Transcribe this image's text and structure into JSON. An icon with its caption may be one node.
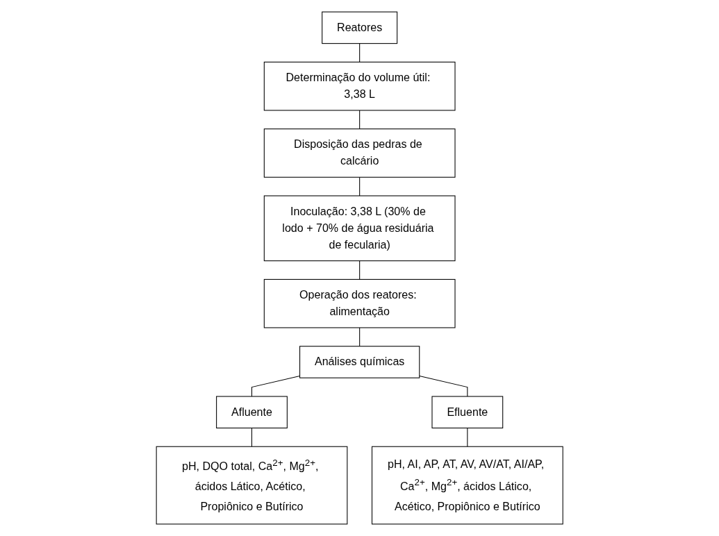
{
  "diagram": {
    "nodes": [
      {
        "text": [
          "Reatores"
        ]
      },
      {
        "text": [
          "Determinação do volume útil: 3,38 L"
        ]
      },
      {
        "text": [
          "Disposição das pedras de calcário"
        ]
      },
      {
        "text": [
          "Inoculação: 3,38 L (30% de lodo + 70% de água residuária de fecularia)"
        ]
      },
      {
        "text": [
          "Operação dos reatores: alimentação"
        ]
      },
      {
        "text": [
          "Análises químicas"
        ]
      },
      {
        "text": [
          "Afluente"
        ]
      },
      {
        "text": [
          "Efluente"
        ]
      },
      {
        "text": [
          "pH, DQO total, Ca$^{2+}$, Mg$^{2+}$, ácidos Lático, Acético, Propiônico e Butírico"
        ]
      },
      {
        "text": [
          "pH, AI, AP, AT, AV, AV/AT, AI/AP, Ca$^{2+}$, Mg$^{2+}$, ácidos Lático, Acético, Propiônico e Butírico"
        ]
      }
    ],
    "edges": [
      {
        "from": 0,
        "to": 1,
        "arrow": "none"
      },
      {
        "from": 1,
        "to": 2,
        "arrow": "none"
      },
      {
        "from": 2,
        "to": 3,
        "arrow": "none"
      },
      {
        "from": 3,
        "to": 4,
        "arrow": "none"
      },
      {
        "from": 4,
        "to": 5,
        "arrow": "none"
      },
      {
        "from": 5,
        "to": 6,
        "arrow": "none"
      },
      {
        "from": 5,
        "to": 7,
        "arrow": "none"
      },
      {
        "from": 6,
        "to": 8,
        "arrow": "none"
      },
      {
        "from": 7,
        "to": 9,
        "arrow": "none"
      }
    ]
  }
}
